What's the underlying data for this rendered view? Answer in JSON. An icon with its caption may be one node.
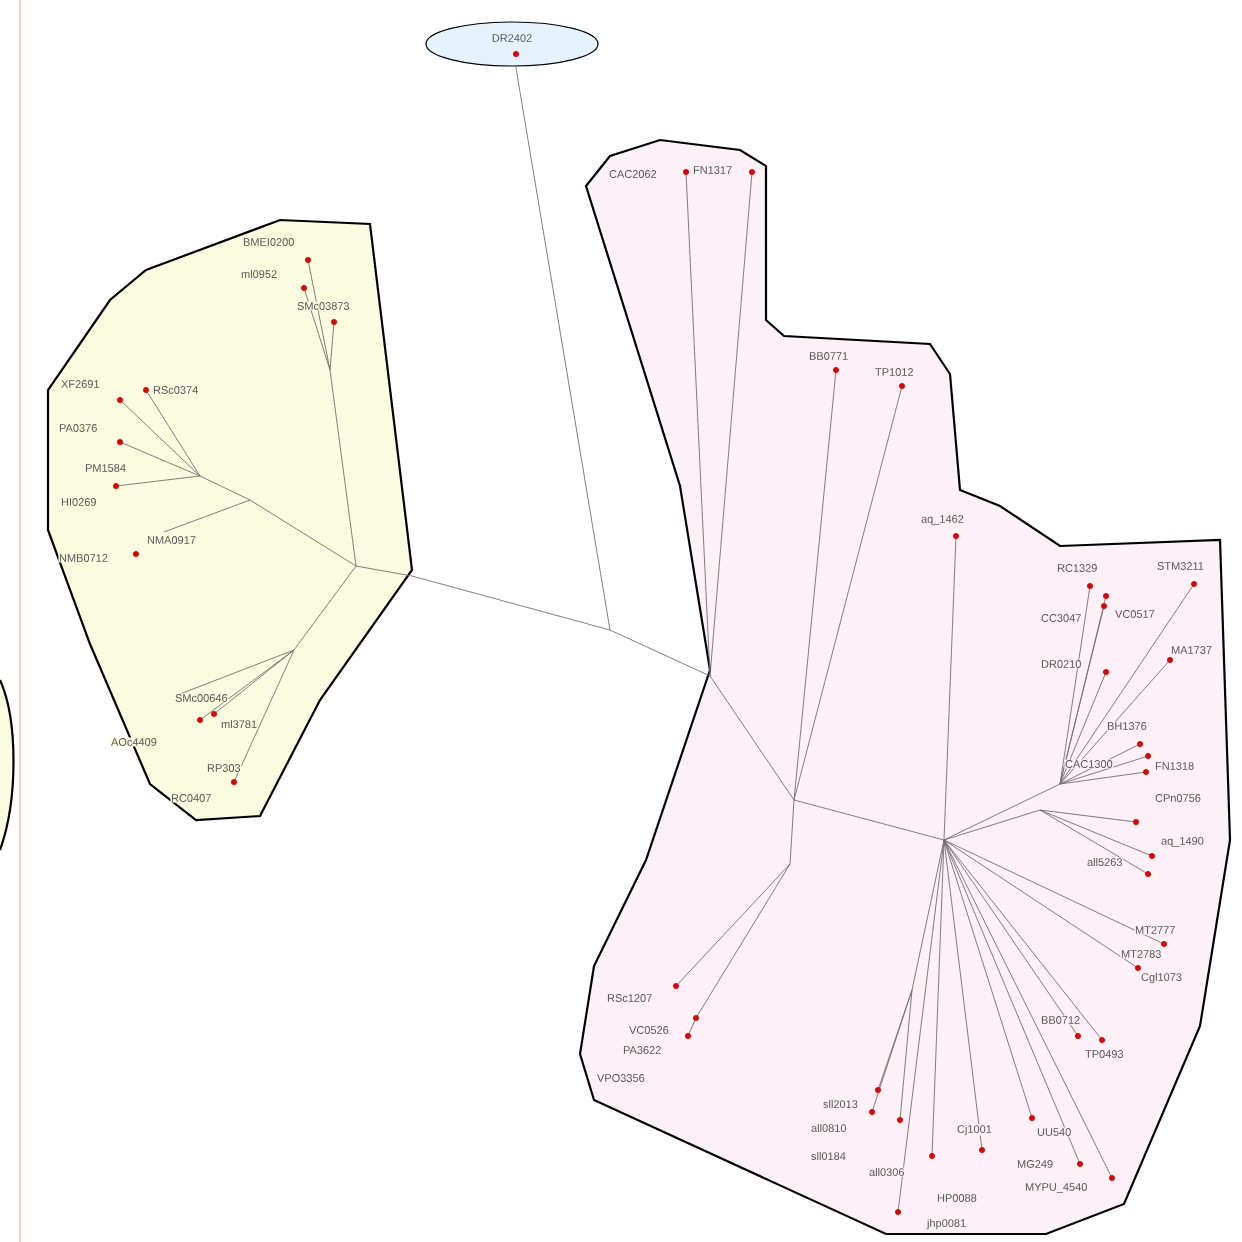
{
  "diagram": {
    "nodes": [
      {
        "text": [
          "DR2402"
        ]
      },
      {
        "text": [
          "BMEI0200",
          "ml0952",
          "SMc03873",
          "XF2691",
          "RSc0374",
          "PA0376",
          "PM1584",
          "HI0269",
          "NMA0917",
          "NMB0712",
          "SMc00646",
          "ml3781",
          "AOc4409",
          "RP303",
          "RC0407"
        ]
      },
      {
        "text": [
          "CAC2062",
          "FN1317",
          "BB0771",
          "TP1012",
          "aq_1462",
          "RC1329",
          "STM3211",
          "CC3047",
          "VC0517",
          "MA1737",
          "DR0210",
          "BH1376",
          "CAC1300",
          "FN1318",
          "CPn0756",
          "aq_1490",
          "all5263",
          "MT2777",
          "MT2783",
          "Cgl1073",
          "BB0712",
          "TP0493",
          "RSc1207",
          "VC0526",
          "PA3622",
          "VPO3356",
          "sll2013",
          "all0810",
          "Cj1001",
          "UU540",
          "sll0184",
          "all0306",
          "MG249",
          "MYPU_4540",
          "HP0088",
          "jhp0081"
        ]
      }
    ],
    "edges": [
      {
        "from": null,
        "to": 0,
        "arrow": "none"
      },
      {
        "from": 1,
        "to": 2,
        "arrow": "none"
      }
    ]
  }
}
